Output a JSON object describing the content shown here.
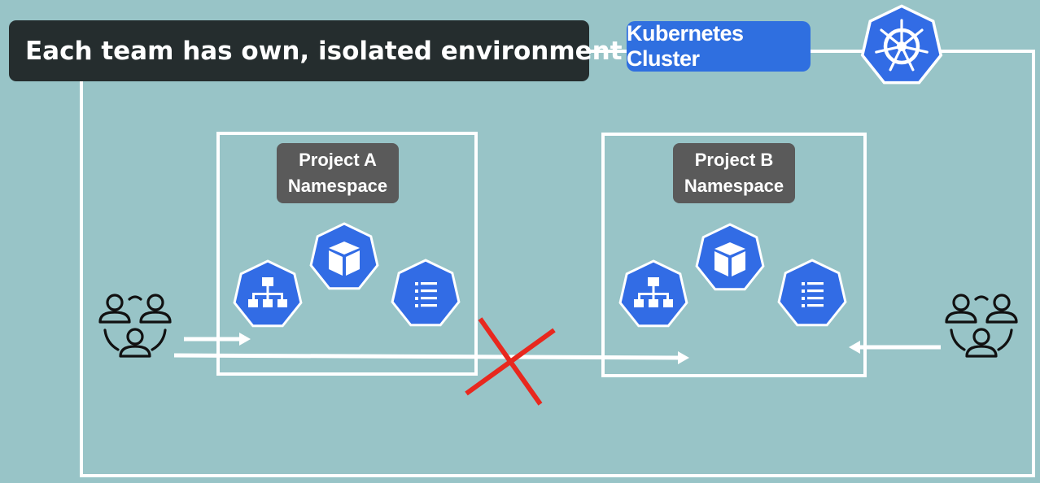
{
  "caption": "Each team has own, isolated environment",
  "cluster": {
    "label": "Kubernetes Cluster",
    "logo_icon": "kubernetes-helm-wheel-icon"
  },
  "namespaces": [
    {
      "line1": "Project A",
      "line2": "Namespace",
      "icons": [
        "service-network-icon",
        "pod-cube-icon",
        "configmap-list-icon"
      ]
    },
    {
      "line1": "Project B",
      "line2": "Namespace",
      "icons": [
        "service-network-icon",
        "pod-cube-icon",
        "configmap-list-icon"
      ]
    }
  ],
  "teams": [
    {
      "icon": "team-users-icon"
    },
    {
      "icon": "team-users-icon"
    }
  ],
  "access_blocked_icon": "red-x-icon",
  "colors": {
    "background": "#98c4c7",
    "k8s_blue": "#326ce5",
    "label_blue": "#2f6fe0",
    "namespace_label_gray": "#5a5a5a",
    "caption_bg": "#252d2e",
    "blocked_red": "#e8281e",
    "outline": "#ffffff"
  }
}
